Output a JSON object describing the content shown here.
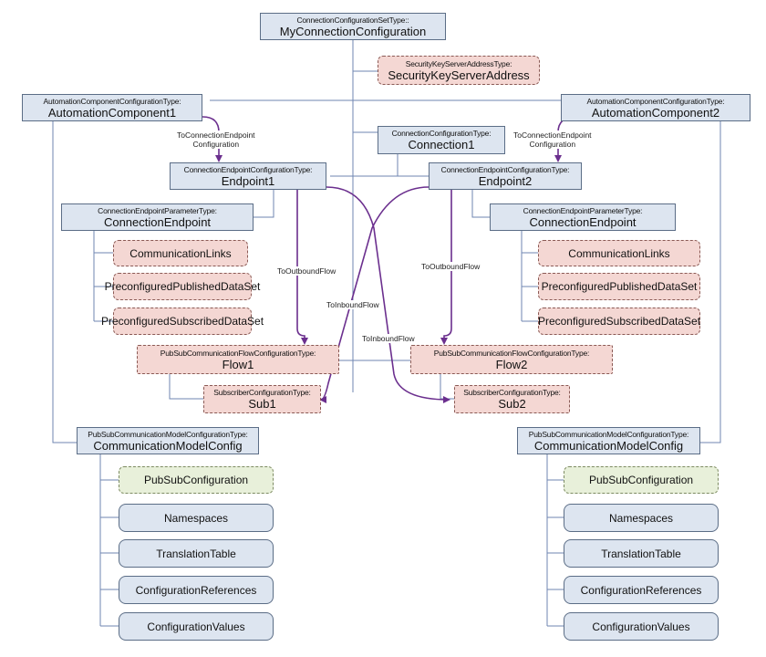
{
  "root": {
    "type": "ConnectionConfigurationSetType::",
    "name": "MyConnectionConfiguration"
  },
  "security": {
    "type": "SecurityKeyServerAddressType:",
    "name": "SecurityKeyServerAddress"
  },
  "ac1": {
    "type": "AutomationComponentConfigurationType:",
    "name": "AutomationComponent1"
  },
  "ac2": {
    "type": "AutomationComponentConfigurationType:",
    "name": "AutomationComponent2"
  },
  "connection1": {
    "type": "ConnectionConfigurationType:",
    "name": "Connection1"
  },
  "endpoint1": {
    "type": "ConnectionEndpointConfigurationType:",
    "name": "Endpoint1"
  },
  "endpoint2": {
    "type": "ConnectionEndpointConfigurationType:",
    "name": "Endpoint2"
  },
  "cep1": {
    "type": "ConnectionEndpointParameterType:",
    "name": "ConnectionEndpoint"
  },
  "cep2": {
    "type": "ConnectionEndpointParameterType:",
    "name": "ConnectionEndpoint"
  },
  "endpoint_children_left": [
    "CommunicationLinks",
    "PreconfiguredPublishedDataSet",
    "PreconfiguredSubscribedDataSet"
  ],
  "endpoint_children_right": [
    "CommunicationLinks",
    "PreconfiguredPublishedDataSet",
    "PreconfiguredSubscribedDataSet"
  ],
  "flow1": {
    "type": "PubSubCommunicationFlowConfigurationType:",
    "name": "Flow1"
  },
  "flow2": {
    "type": "PubSubCommunicationFlowConfigurationType:",
    "name": "Flow2"
  },
  "sub1": {
    "type": "SubscriberConfigurationType:",
    "name": "Sub1"
  },
  "sub2": {
    "type": "SubscriberConfigurationType:",
    "name": "Sub2"
  },
  "cmc1": {
    "type": "PubSubCommunicationModelConfigurationType:",
    "name": "CommunicationModelConfig"
  },
  "cmc2": {
    "type": "PubSubCommunicationModelConfigurationType:",
    "name": "CommunicationModelConfig"
  },
  "model_children_left": [
    "PubSubConfiguration",
    "Namespaces",
    "TranslationTable",
    "ConfigurationReferences",
    "ConfigurationValues"
  ],
  "model_children_right": [
    "PubSubConfiguration",
    "Namespaces",
    "TranslationTable",
    "ConfigurationReferences",
    "ConfigurationValues"
  ],
  "edge_labels": {
    "to_endpoint_config_left": [
      "ToConnectionEndpoint",
      "Configuration"
    ],
    "to_endpoint_config_right": [
      "ToConnectionEndpoint",
      "Configuration"
    ],
    "to_outbound_left": "ToOutboundFlow",
    "to_outbound_right": "ToOutboundFlow",
    "to_inbound_left": "ToInboundFlow",
    "to_inbound_right": "ToInboundFlow"
  },
  "colors": {
    "structure_line": "#6f86b2",
    "reference_arrow": "#6b2f8e",
    "box_fill": "#dde5f0",
    "pink_fill": "#f4d7d3",
    "green_fill": "#e8f0da"
  }
}
